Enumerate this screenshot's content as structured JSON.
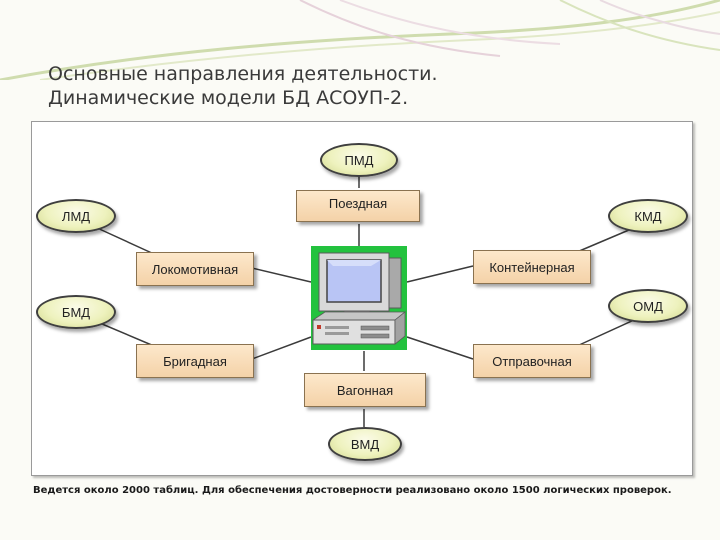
{
  "title": {
    "line1": "Основные направления деятельности.",
    "line2": "Динамические модели БД АСОУП-2."
  },
  "diagram": {
    "center_icon": "desktop-computer-icon",
    "ellipse_nodes": {
      "pmd": "ПМД",
      "lmd": "ЛМД",
      "kmd": "КМД",
      "bmd": "БМД",
      "omd": "ОМД",
      "vmd": "ВМД"
    },
    "rect_nodes": {
      "poezdnaya": "Поездная",
      "lokomotivnaya": "Локомотивная",
      "konteinernaya": "Контейнерная",
      "brigadnaya": "Бригадная",
      "otpravochnaya": "Отправочная",
      "vagonnaya": "Вагонная"
    },
    "connections": [
      [
        "ПМД",
        "Поездная"
      ],
      [
        "Поездная",
        "Компьютер"
      ],
      [
        "ЛМД",
        "Локомотивная"
      ],
      [
        "КМД",
        "Контейнерная"
      ],
      [
        "Локомотивная",
        "Компьютер"
      ],
      [
        "Контейнерная",
        "Компьютер"
      ],
      [
        "БМД",
        "Бригадная"
      ],
      [
        "ОМД",
        "Отправочная"
      ],
      [
        "Бригадная",
        "Компьютер"
      ],
      [
        "Отправочная",
        "Компьютер"
      ],
      [
        "Вагонная",
        "Компьютер"
      ],
      [
        "ВМД",
        "Вагонная"
      ]
    ],
    "colors": {
      "ellipse_fill": "#eef2be",
      "rect_fill": "#f8dcb6",
      "monitor_screen": "#b9c5f5",
      "icon_background": "#23c23e"
    }
  },
  "caption": "Ведется около 2000 таблиц. Для обеспечения достоверности реализовано около 1500 логических проверок."
}
